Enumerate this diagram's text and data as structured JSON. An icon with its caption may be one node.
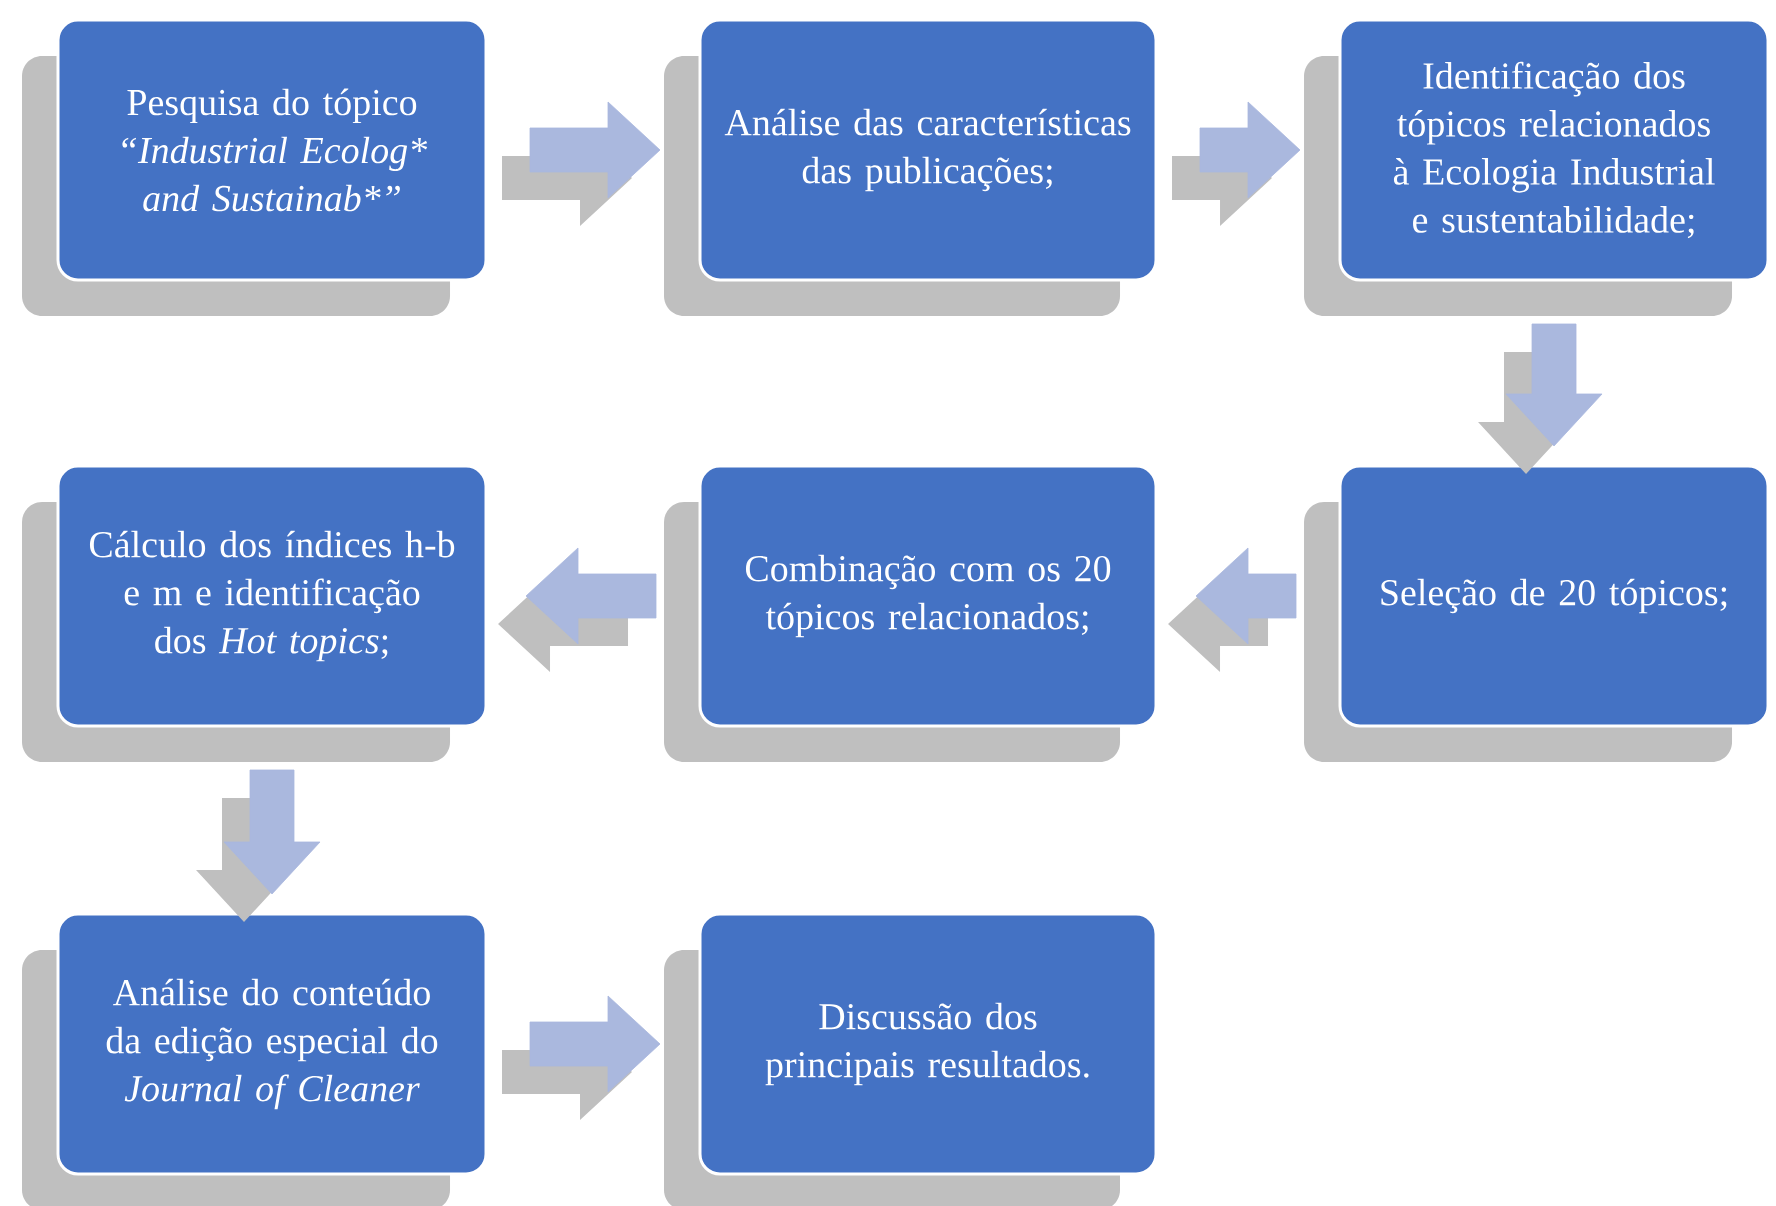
{
  "diagram": {
    "nodes": [
      {
        "text": [
          "Pesquisa do tópico",
          "“Industrial Ecolog* and Sustainab*”"
        ]
      },
      {
        "text": [
          "Análise das características das publicações;"
        ]
      },
      {
        "text": [
          "Identificação dos tópicos relacionados à Ecologia Industrial e sustentabilidade;"
        ]
      },
      {
        "text": [
          "Cálculo dos índices h-b e m e identificação dos *Hot topics*;"
        ]
      },
      {
        "text": [
          "Combinação com os 20 tópicos relacionados;"
        ]
      },
      {
        "text": [
          "Seleção de 20 tópicos;"
        ]
      },
      {
        "text": [
          "Análise do conteúdo da edição especial do *Journal of Cleaner*"
        ]
      },
      {
        "text": [
          "Discussão dos principais resultados."
        ]
      }
    ],
    "edges": [
      {
        "from": 0,
        "to": 1,
        "arrow": "to"
      },
      {
        "from": 1,
        "to": 2,
        "arrow": "to"
      },
      {
        "from": 2,
        "to": 5,
        "arrow": "to"
      },
      {
        "from": 5,
        "to": 4,
        "arrow": "to"
      },
      {
        "from": 4,
        "to": 3,
        "arrow": "to"
      },
      {
        "from": 3,
        "to": 6,
        "arrow": "to"
      },
      {
        "from": 6,
        "to": 7,
        "arrow": "to"
      }
    ]
  }
}
